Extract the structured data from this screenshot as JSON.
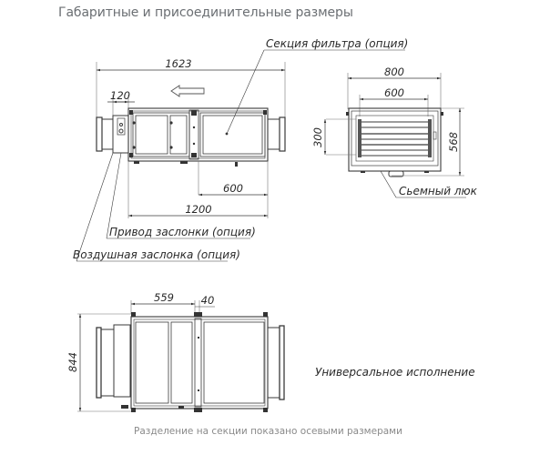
{
  "page": {
    "title": "Габаритные и присоединительные размеры",
    "caption": "Разделение на секции показано осевыми размерами"
  },
  "top_view": {
    "dimensions": {
      "overall_length": "1623",
      "damper_length": "120",
      "body_length": "1200",
      "filter_section_length": "600"
    },
    "labels": {
      "filter_section": "Секция фильтра (опция)",
      "damper_actuator": "Привод заслонки (опция)",
      "air_damper": "Воздушная заслонка (опция)"
    },
    "airflow_direction": "left"
  },
  "side_view": {
    "dimensions": {
      "outer_width": "800",
      "inner_width": "600",
      "inner_height": "300",
      "outer_height": "568"
    },
    "labels": {
      "removable_hatch": "Сьемный люк"
    }
  },
  "bottom_view": {
    "dimensions": {
      "section_length": "559",
      "gap": "40",
      "height": "844"
    },
    "labels": {
      "universal_version": "Универсальное исполнение"
    }
  },
  "colors": {
    "line": "#3a3a3a",
    "light_line": "#8a8a8a",
    "title_text": "#6b6f73",
    "caption_text": "#8a8a8a"
  }
}
